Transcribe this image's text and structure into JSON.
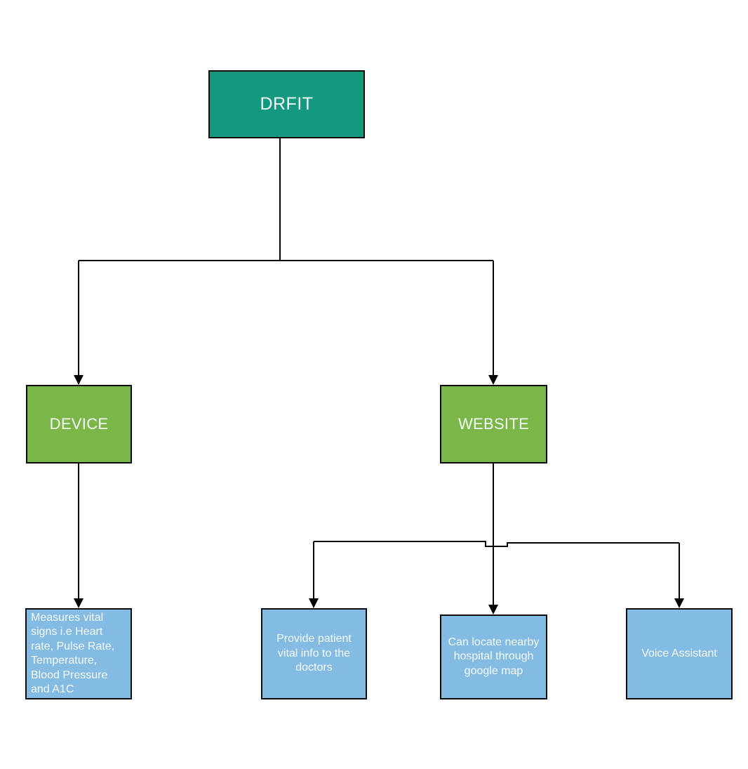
{
  "palette": {
    "teal": "#149981",
    "green": "#7ab648",
    "blue": "#84bbe2",
    "border": "#0b0b0b",
    "line": "#000000",
    "canvas": "#ffffff",
    "label_text": "#f5faf7"
  },
  "nodes": {
    "drfit": {
      "label": "DRFIT"
    },
    "device": {
      "label": "DEVICE"
    },
    "website": {
      "label": "WEBSITE"
    },
    "device_feature": {
      "label": "Measures vital\nsigns i.e Heart\nrate, Pulse Rate,\nTemperature,\nBlood Pressure\nand A1C"
    },
    "website_feature_doctors": {
      "label": "Provide patient\nvital info to the\ndoctors"
    },
    "website_feature_hospital": {
      "label": "Can locate nearby\nhospital through\ngoogle map"
    },
    "website_feature_voice": {
      "label": "Voice Assistant"
    }
  },
  "edges": [
    {
      "from": "drfit",
      "to": "device"
    },
    {
      "from": "drfit",
      "to": "website"
    },
    {
      "from": "device",
      "to": "device_feature"
    },
    {
      "from": "website",
      "to": "website_feature_doctors"
    },
    {
      "from": "website",
      "to": "website_feature_hospital"
    },
    {
      "from": "website",
      "to": "website_feature_voice"
    }
  ]
}
